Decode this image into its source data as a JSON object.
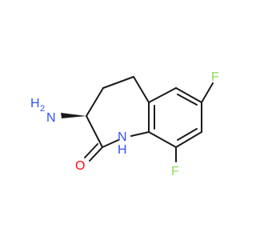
{
  "molecule": {
    "atoms": {
      "amino_h": "H",
      "amino_sub": "2",
      "amino_n": "N",
      "carbonyl_o": "O",
      "ring_nh_n": "N",
      "ring_nh_h": "H",
      "fluorine_top": "F",
      "fluorine_bottom": "F"
    }
  },
  "colors": {
    "bond": "#1a1a1a",
    "nitrogen": "#3050f8",
    "oxygen": "#ff0d0d",
    "fluorine": "#90e050"
  }
}
